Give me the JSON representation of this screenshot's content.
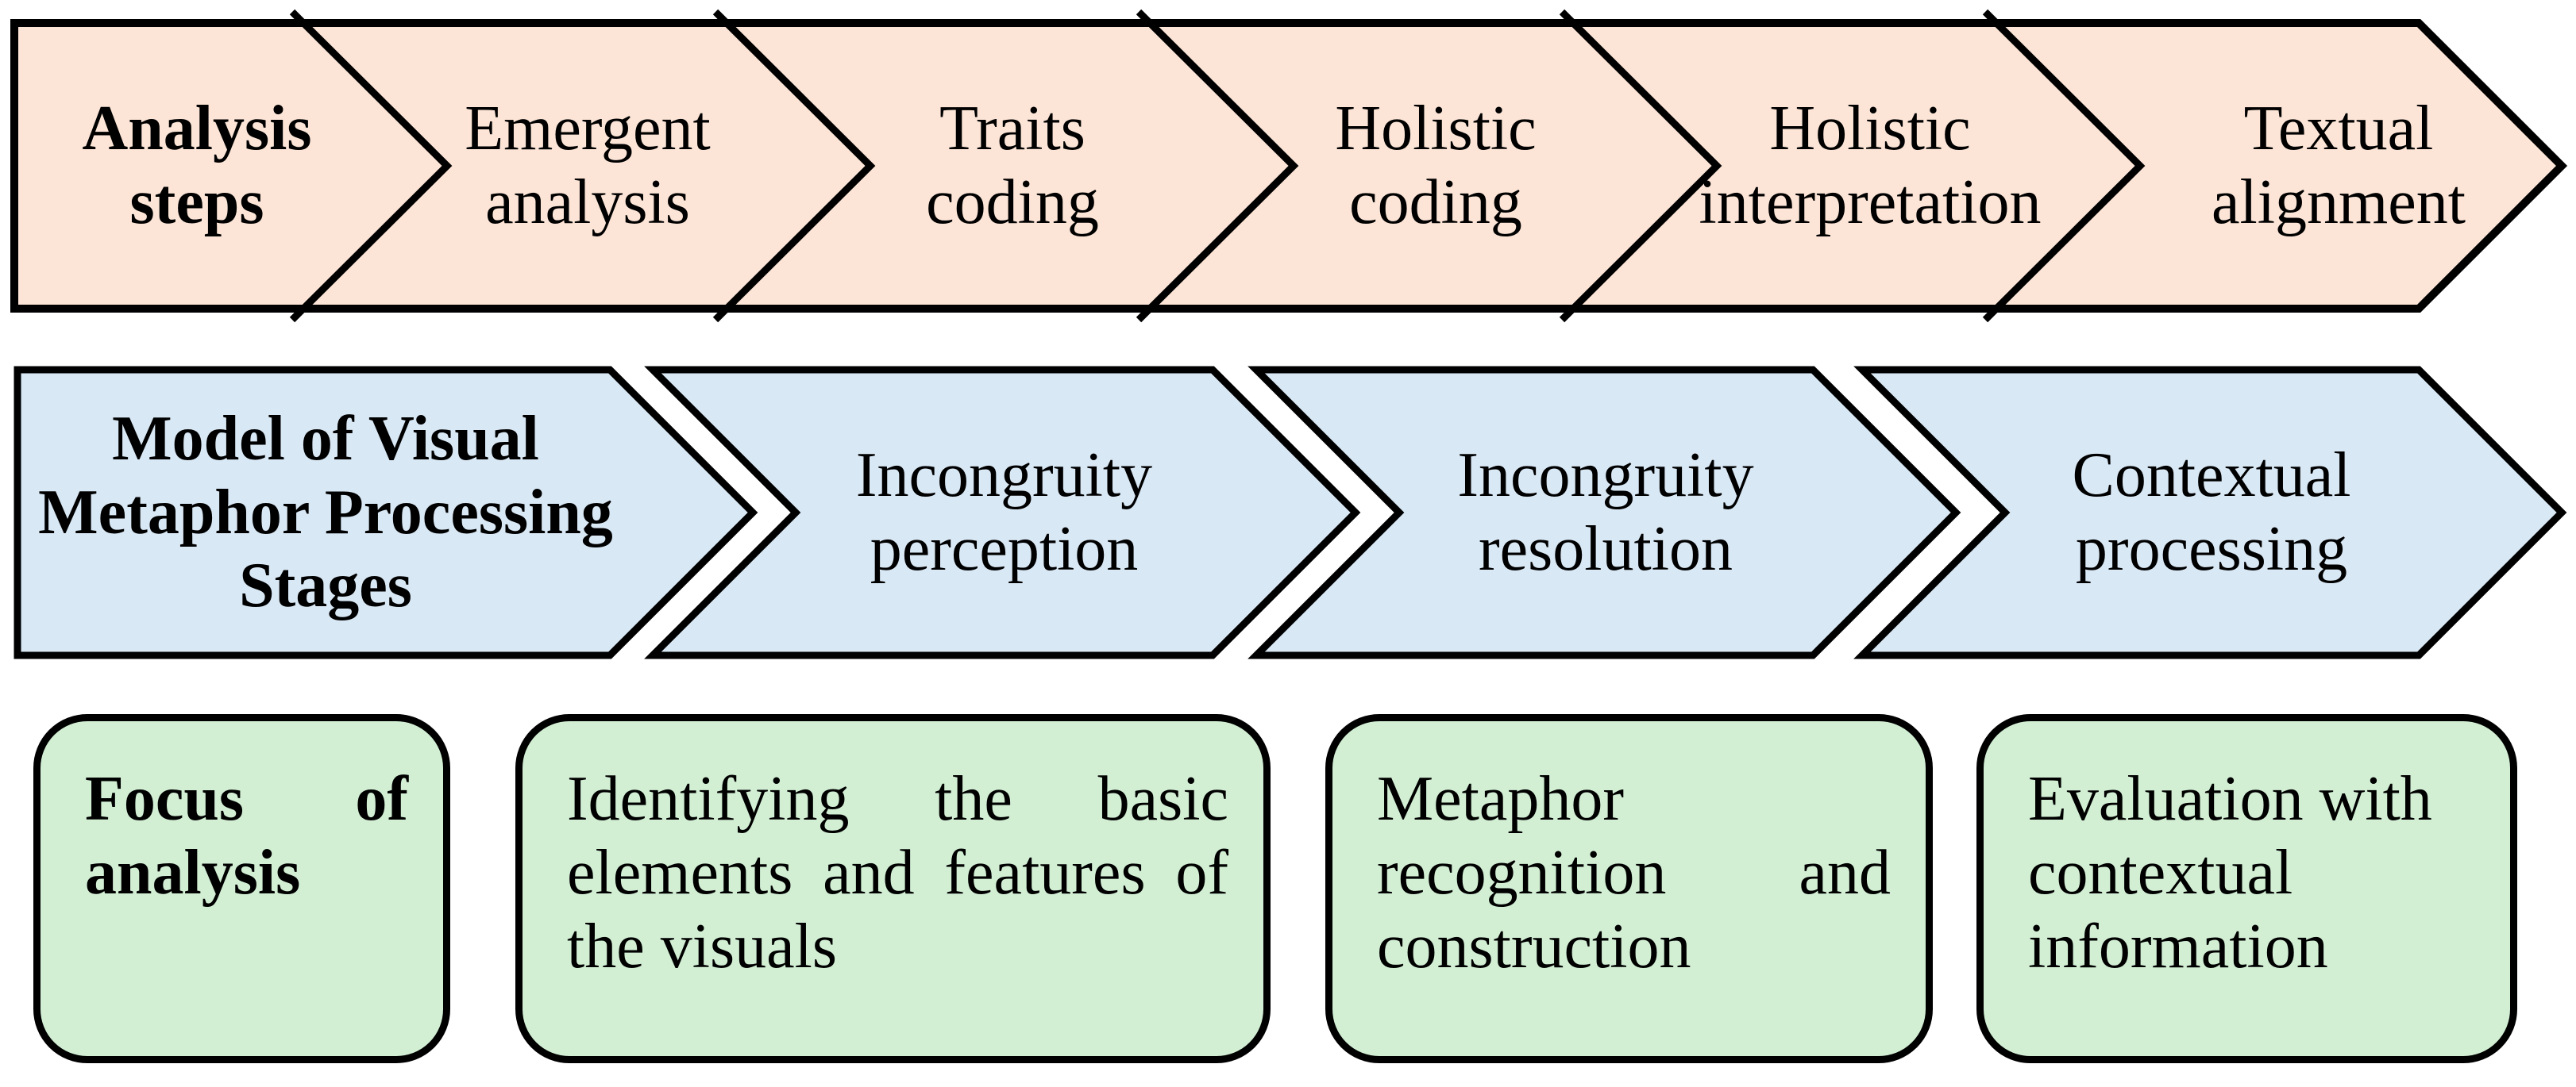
{
  "top_row": {
    "label": "Analysis steps",
    "items": [
      "Emergent analysis",
      "Traits coding",
      "Holistic coding",
      "Holistic interpretation",
      "Textual alignment"
    ]
  },
  "middle_row": {
    "label": "Model of Visual Metaphor Processing Stages",
    "items": [
      "Incongruity perception",
      "Incongruity resolution",
      "Contextual processing"
    ]
  },
  "bottom_row": {
    "label": "Focus of analysis",
    "items": [
      "Identifying the basic elements and features of the visuals",
      "Metaphor recognition and construction",
      "Evaluation with contextual information"
    ]
  },
  "colors": {
    "step_fill": "#fce5d7",
    "stage_fill": "#d9e8f5",
    "focus_fill": "#d2efd4",
    "outline": "#000000"
  }
}
